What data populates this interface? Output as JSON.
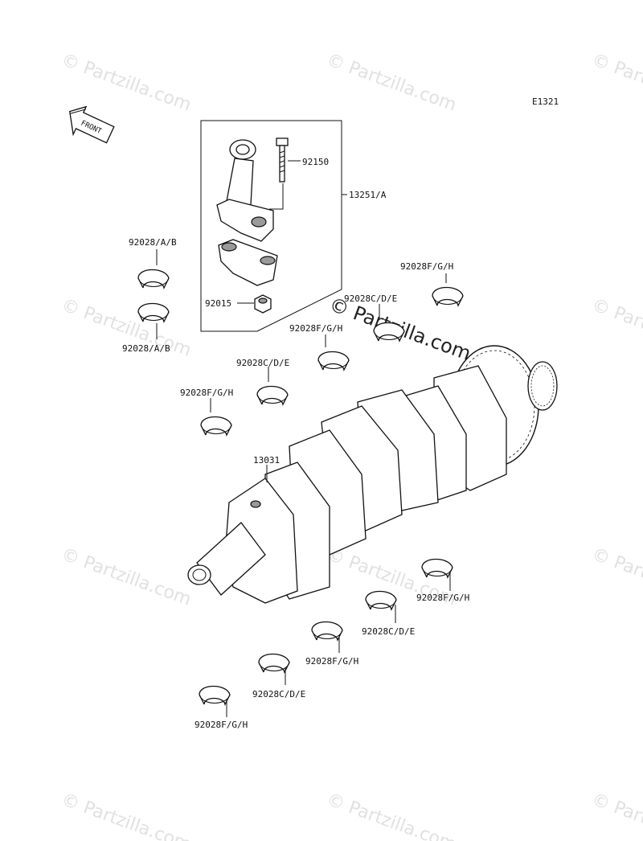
{
  "diagram": {
    "code": "E1321",
    "front_label": "FRONT",
    "watermark": "© Partzilla.com",
    "labels": {
      "p92150": "92150",
      "p13251": "13251/A",
      "p92028ab_top": "92028/A/B",
      "p92028ab_bottom": "92028/A/B",
      "p92015": "92015",
      "p92028fgh_1": "92028F/G/H",
      "p92028cde_1": "92028C/D/E",
      "p92028fgh_2": "92028F/G/H",
      "p92028cde_2": "92028C/D/E",
      "p92028fgh_3": "92028F/G/H",
      "p13031": "13031",
      "p92028fgh_4": "92028F/G/H",
      "p92028cde_3": "92028C/D/E",
      "p92028fgh_5": "92028F/G/H",
      "p92028cde_4": "92028C/D/E",
      "p92028fgh_6": "92028F/G/H"
    }
  }
}
